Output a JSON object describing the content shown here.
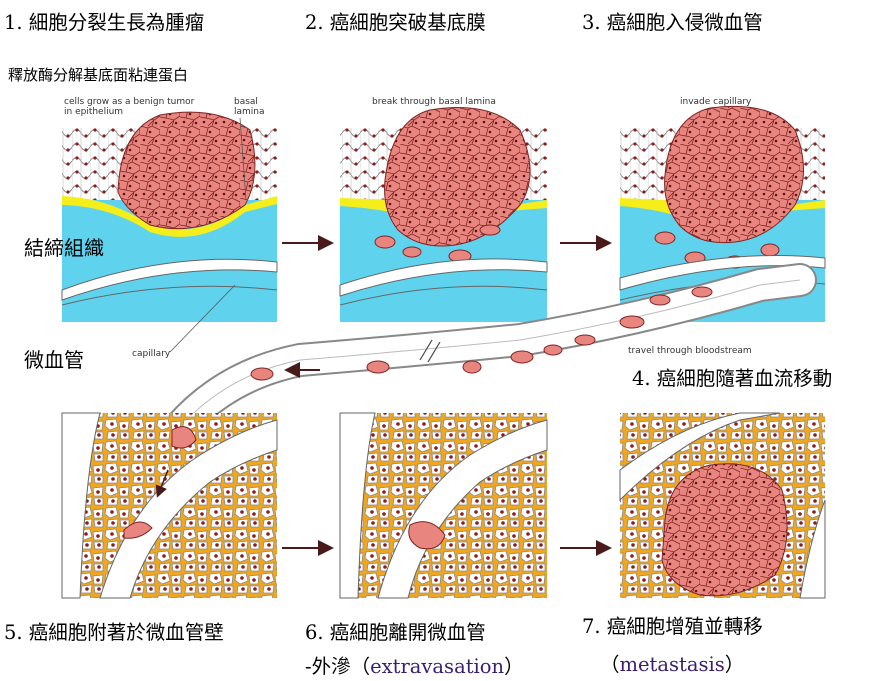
{
  "steps": [
    {
      "label": "1. 細胞分裂生長為腫瘤"
    },
    {
      "label": "2. 癌細胞突破基底膜"
    },
    {
      "label": "3. 癌細胞入侵微血管"
    },
    {
      "label": "4. 癌細胞隨著血流移動"
    },
    {
      "label": "5. 癌細胞附著於微血管壁"
    },
    {
      "label": "6. 癌細胞離開微血管",
      "label2_prefix": "-外滲（",
      "label2_term": "extravasation",
      "label2_suffix": "）"
    },
    {
      "label": "7. 癌細胞增殖並轉移",
      "label2_prefix": "（",
      "label2_term": "metastasis",
      "label2_suffix": "）"
    }
  ],
  "side_labels": {
    "enzyme": "釋放酶分解基底面粘連蛋白",
    "connective_tissue": "結締組織",
    "capillary": "微血管"
  },
  "figure_labels": {
    "panel1_top": "cells grow as a benign tumor",
    "panel1_top2": "in epithelium",
    "basal": "basal",
    "lamina": "lamina",
    "panel2_top": "break through basal lamina",
    "panel3_top": "invade capillary",
    "capillary": "capillary",
    "travel": "travel through bloodstream"
  },
  "colors": {
    "tumor": "#e9857f",
    "tumor_edge": "#8e2a2a",
    "connective": "#5fd2ee",
    "basal_lamina": "#f5ee1a",
    "vessel_wall": "#ffffff",
    "tissue_fill": "#f0a61f"
  }
}
